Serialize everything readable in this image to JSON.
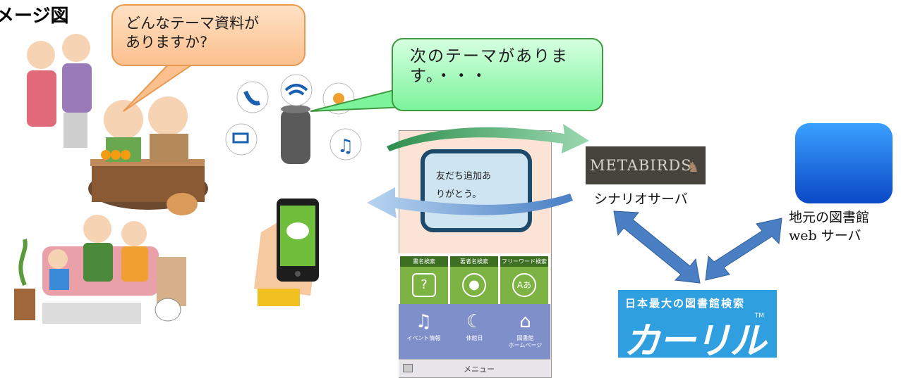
{
  "title": "メージ図",
  "user_bubble": {
    "line1": "どんなテーマ資料が",
    "line2": "ありますか?"
  },
  "speaker_bubble": {
    "line1": "次のテーマがありま",
    "line2": "す。・・・"
  },
  "app": {
    "chat_line1": "友だち追加あ",
    "chat_line2": "りがとう。",
    "buttons_top": [
      "書名検索",
      "著者名検索",
      "フリーワード検索"
    ],
    "buttons_bottom": [
      {
        "label1": "イベント情報",
        "label2": ""
      },
      {
        "label1": "休館日",
        "label2": ""
      },
      {
        "label1": "図書館",
        "label2": "ホームページ"
      }
    ],
    "menu_label": "メニュー"
  },
  "metabirds_logo": "METABIRDS",
  "scenario_server": "シナリオサーバ",
  "local_library": {
    "line1": "地元の図書館",
    "line2": "web サーバ"
  },
  "calil": {
    "tagline": "日本最大の図書館検索",
    "brand": "カーリル",
    "tm": "TM"
  },
  "colors": {
    "arrow": "#4a7fc4",
    "app_green": "#7cb342",
    "app_blue": "#7e8fc9",
    "calil": "#2f9fe0"
  }
}
